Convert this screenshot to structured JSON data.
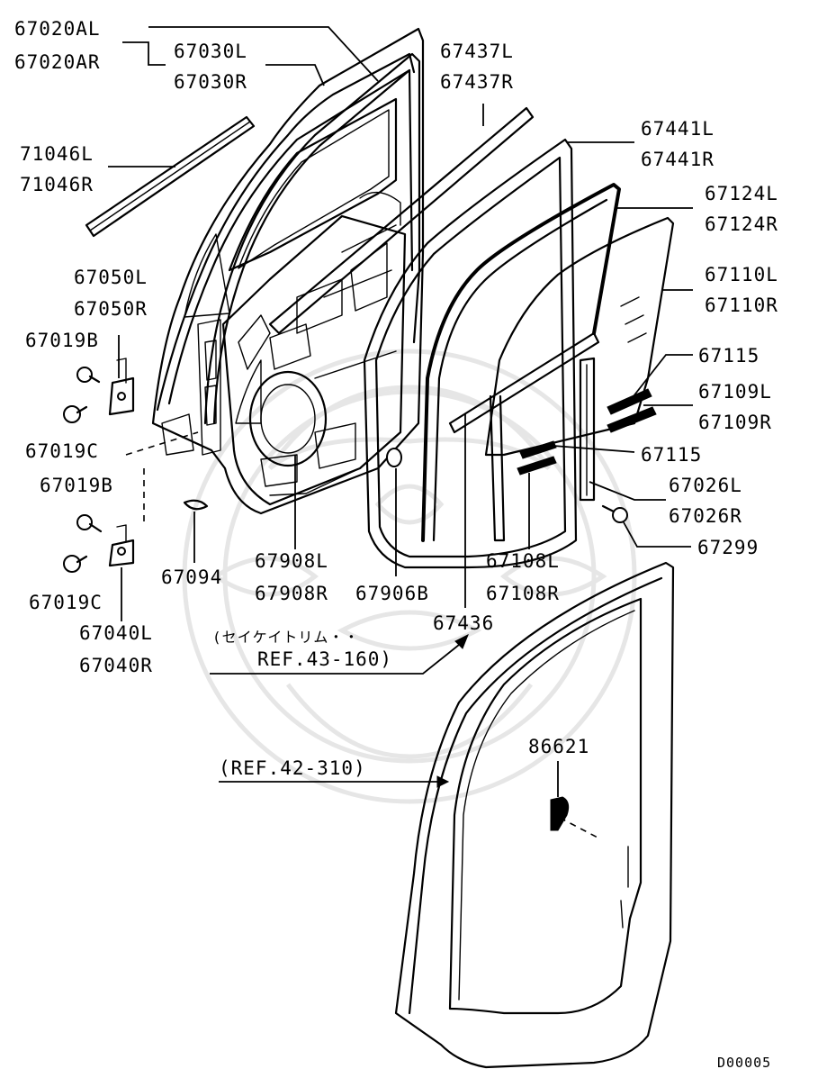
{
  "labels": {
    "p67020AL": "67020AL",
    "p67020AR": "67020AR",
    "p67030L": "67030L",
    "p67030R": "67030R",
    "p67437L": "67437L",
    "p67437R": "67437R",
    "p71046L": "71046L",
    "p71046R": "71046R",
    "p67441L": "67441L",
    "p67441R": "67441R",
    "p67124L": "67124L",
    "p67124R": "67124R",
    "p67050L": "67050L",
    "p67050R": "67050R",
    "p67110L": "67110L",
    "p67110R": "67110R",
    "p67019B_a": "67019B",
    "p67115_a": "67115",
    "p67109L": "67109L",
    "p67109R": "67109R",
    "p67019C_a": "67019C",
    "p67115_b": "67115",
    "p67019B_b": "67019B",
    "p67026L": "67026L",
    "p67026R": "67026R",
    "p67299": "67299",
    "p67094": "67094",
    "p67908L": "67908L",
    "p67908R": "67908R",
    "p67906B": "67906B",
    "p67108L": "67108L",
    "p67108R": "67108R",
    "p67019C_b": "67019C",
    "p67040L": "67040L",
    "p67040R": "67040R",
    "p67436": "67436",
    "ref43_line1": "(セイケイトリム・・",
    "ref43_line2": "REF.43-160)",
    "p86621": "86621",
    "ref42": "(REF.42-310)",
    "diagram_code": "D00005"
  },
  "icons": {
    "watermark": "watermark-logo",
    "bolt": "bolt-icon",
    "hinge": "hinge-icon",
    "plug": "plug-icon",
    "clip": "clip-icon"
  }
}
